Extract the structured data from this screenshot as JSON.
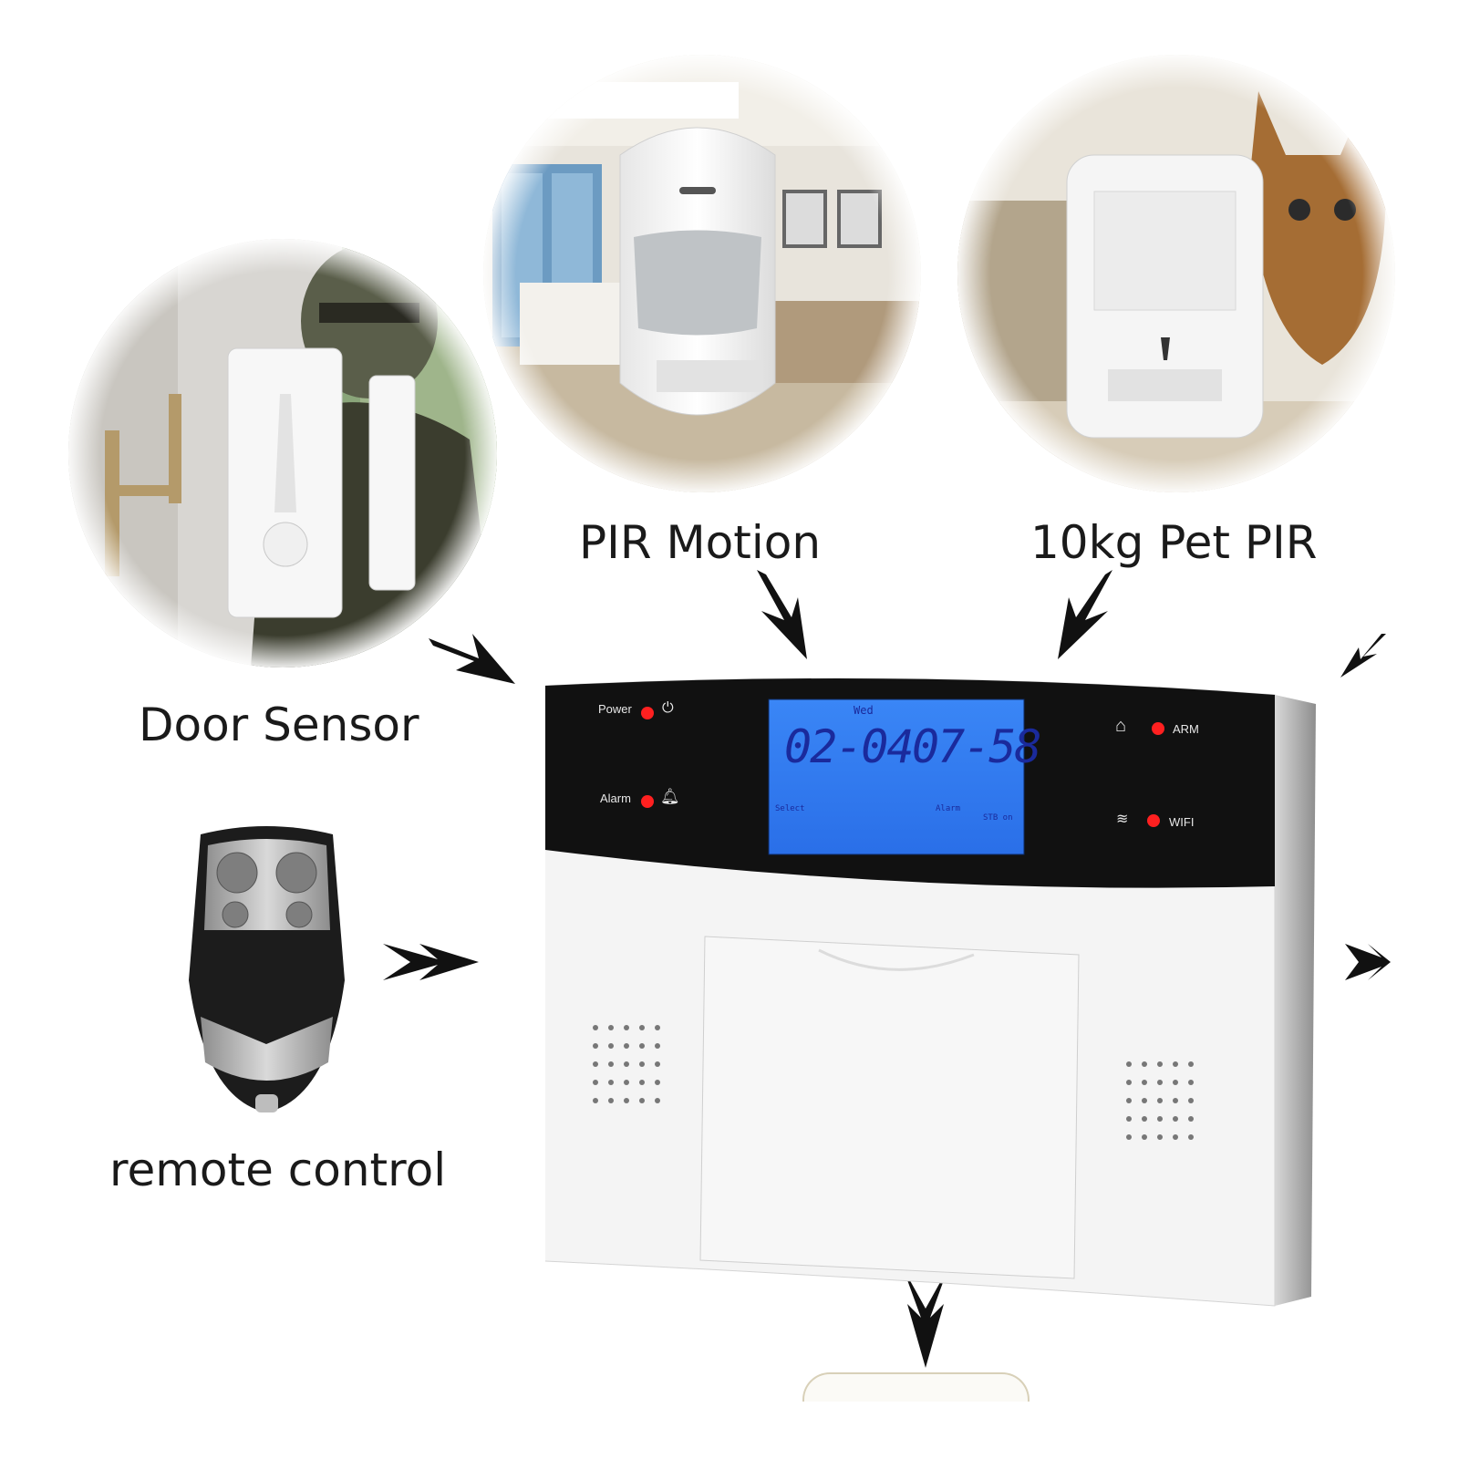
{
  "captions": {
    "door_sensor": "Door Sensor",
    "pir_motion": "PIR Motion",
    "pet_pir": "10kg Pet PIR",
    "remote_control": "remote control"
  },
  "panel": {
    "power_label": "Power",
    "alarm_label": "Alarm",
    "arm_label": "ARM",
    "wifi_label": "WIFI",
    "lcd": {
      "day": "Wed",
      "date": "02-04",
      "time": "07-58",
      "left_status": "Select",
      "right_status": "Alarm",
      "far_right_status": "STB on"
    }
  },
  "colors": {
    "lcd_background": "#2f7cf2",
    "panel_face": "#f4f4f4",
    "panel_top": "#111111",
    "led_red": "#ff2020"
  },
  "icons": [
    "power-icon",
    "alarm-bell-icon",
    "home-icon",
    "wifi-icon",
    "arrow-icon"
  ]
}
